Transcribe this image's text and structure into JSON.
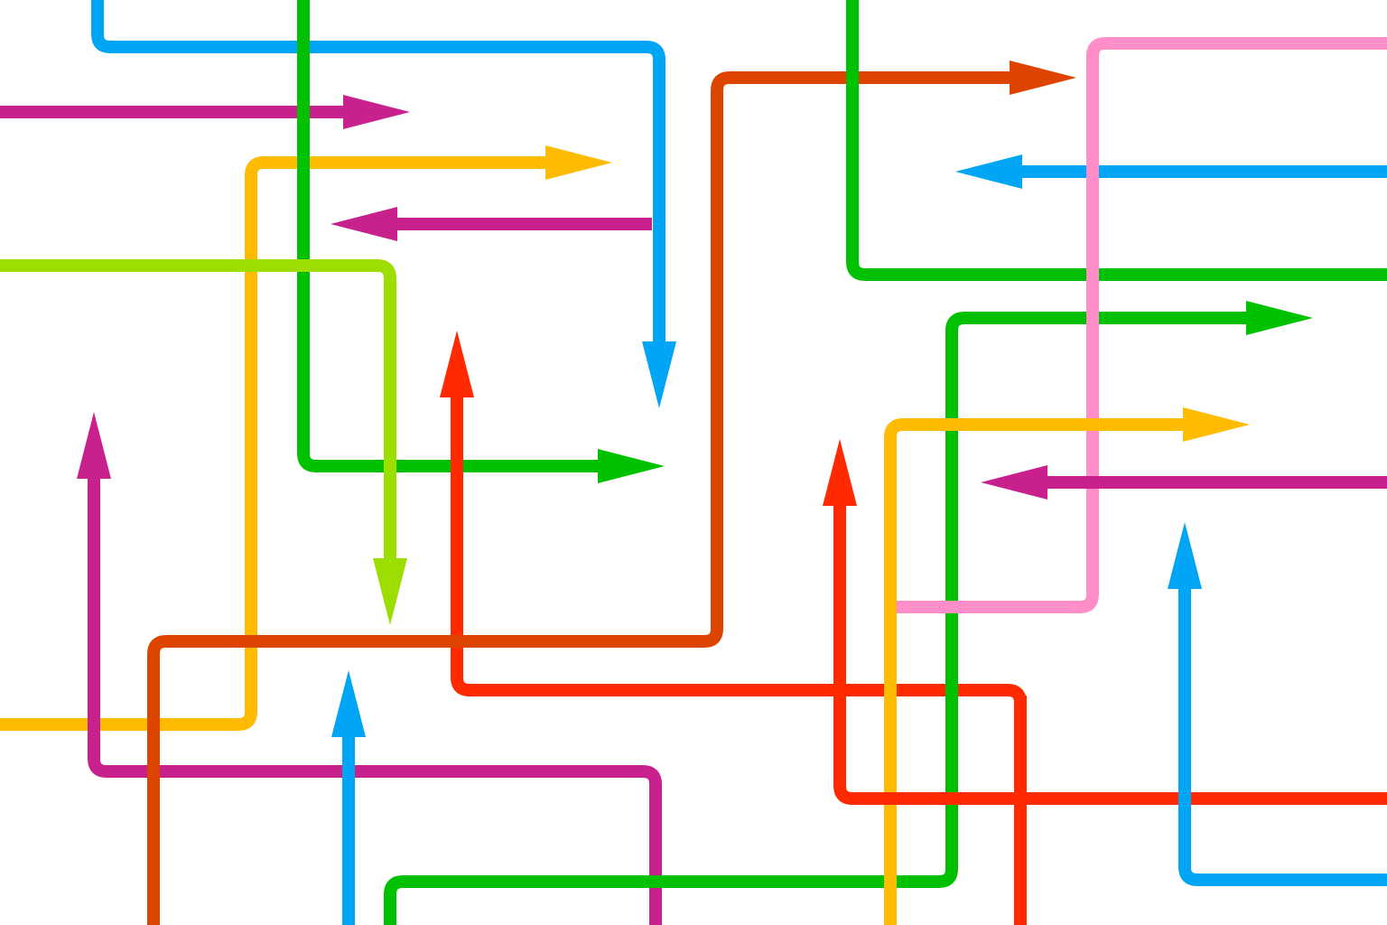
{
  "palette": {
    "background": "#ffffff",
    "magenta": "#c8218e",
    "blue": "#00a5f5",
    "green": "#00c100",
    "yellow": "#ffbb00",
    "lime": "#9ddd00",
    "red": "#ff2a00",
    "burnt_orange": "#dd4400",
    "pink": "#ff8dc8"
  },
  "arrows": [
    {
      "name": "magenta-top-left-arrow",
      "color": "magenta",
      "direction": "right"
    },
    {
      "name": "blue-top-arrow",
      "color": "blue",
      "direction": "down"
    },
    {
      "name": "yellow-upper-arrow",
      "color": "yellow",
      "direction": "right"
    },
    {
      "name": "magenta-middle-arrow",
      "color": "magenta",
      "direction": "left"
    },
    {
      "name": "green-left-arrow",
      "color": "green",
      "direction": "right"
    },
    {
      "name": "lime-arrow",
      "color": "lime",
      "direction": "down"
    },
    {
      "name": "red-center-arrow",
      "color": "red",
      "direction": "up"
    },
    {
      "name": "magenta-bottom-left-arrow",
      "color": "magenta",
      "direction": "up"
    },
    {
      "name": "orange-long-arrow",
      "color": "burnt_orange",
      "direction": "right"
    },
    {
      "name": "blue-bottom-left-arrow",
      "color": "blue",
      "direction": "up"
    },
    {
      "name": "green-bottom-arrow",
      "color": "green",
      "direction": "right"
    },
    {
      "name": "blue-right-arrow",
      "color": "blue",
      "direction": "left"
    },
    {
      "name": "green-top-right-line",
      "color": "green",
      "direction": "none"
    },
    {
      "name": "pink-line",
      "color": "pink",
      "direction": "none"
    },
    {
      "name": "yellow-right-arrow",
      "color": "yellow",
      "direction": "right"
    },
    {
      "name": "magenta-right-arrow",
      "color": "magenta",
      "direction": "left"
    },
    {
      "name": "red-right-arrow",
      "color": "red",
      "direction": "up"
    },
    {
      "name": "red-bottom-line",
      "color": "red",
      "direction": "none"
    },
    {
      "name": "blue-bottom-right-arrow",
      "color": "blue",
      "direction": "up"
    }
  ]
}
